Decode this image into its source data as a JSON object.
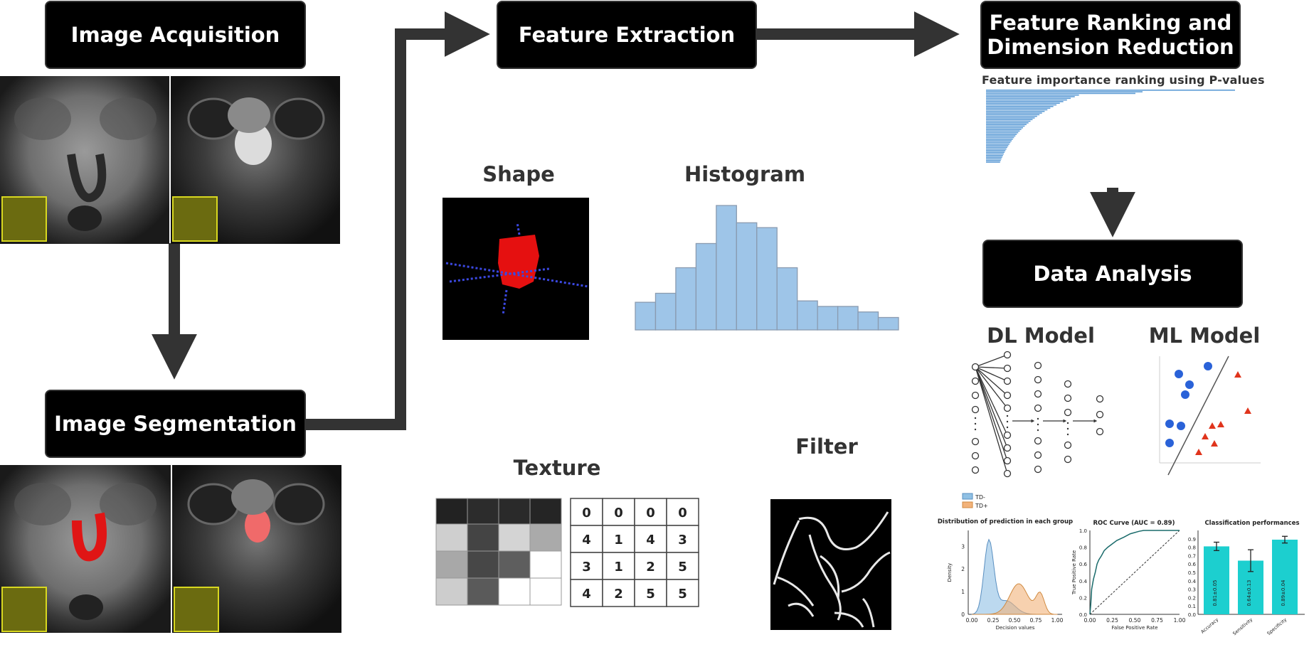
{
  "boxes": {
    "image_acquisition": "Image Acquisition",
    "image_segmentation": "Image Segmentation",
    "feature_extraction": "Feature Extraction",
    "feature_ranking_line1": "Feature Ranking and",
    "feature_ranking_line2": "Dimension Reduction",
    "data_analysis": "Data Analysis"
  },
  "labels": {
    "shape": "Shape",
    "histogram": "Histogram",
    "texture": "Texture",
    "filter": "Filter",
    "dl_model": "DL Model",
    "ml_model": "ML Model",
    "ranking_title": "Feature importance ranking using P-values"
  },
  "texture_matrix": [
    [
      0,
      0,
      0,
      0
    ],
    [
      4,
      1,
      4,
      3
    ],
    [
      3,
      1,
      2,
      5
    ],
    [
      4,
      2,
      5,
      5
    ]
  ],
  "histogram_values": [
    4,
    5.3,
    9,
    12.5,
    18,
    15.5,
    14.8,
    9,
    4.2,
    3.4,
    3.4,
    2.6,
    1.8
  ],
  "mini_charts": {
    "density": {
      "title": "Distribution of prediction in each group",
      "xlabel": "Decision values",
      "ylabel": "Density",
      "legend": [
        "TD-",
        "TD+"
      ],
      "x_ticks": [
        "0.00",
        "0.25",
        "0.50",
        "0.75",
        "1.00"
      ],
      "y_ticks": [
        "0",
        "1",
        "2",
        "3"
      ]
    },
    "roc": {
      "title": "ROC Curve (AUC = 0.89)",
      "xlabel": "False Positive Rate",
      "ylabel": "True Positive Rate",
      "x_ticks": [
        "0.00",
        "0.25",
        "0.50",
        "0.75",
        "1.00"
      ],
      "y_ticks": [
        "0.0",
        "0.2",
        "0.4",
        "0.6",
        "0.8",
        "1.0"
      ]
    },
    "bars": {
      "title": "Classification performances",
      "categories": [
        "Accuracy",
        "Sensitivity",
        "Specificity"
      ],
      "values": [
        0.81,
        0.64,
        0.89
      ],
      "labels": [
        "0.81±0.05",
        "0.64±0.13",
        "0.89±0.04"
      ],
      "errors": [
        0.05,
        0.13,
        0.04
      ],
      "y_ticks": [
        "0.0",
        "0.1",
        "0.2",
        "0.3",
        "0.4",
        "0.5",
        "0.6",
        "0.7",
        "0.8",
        "0.9"
      ]
    }
  },
  "colors": {
    "arrow": "#333333",
    "bar_blue": "#9ec5e8",
    "cyan": "#1ccfcf",
    "td_minus": "#8fc0e4",
    "td_plus": "#f2b27a"
  }
}
